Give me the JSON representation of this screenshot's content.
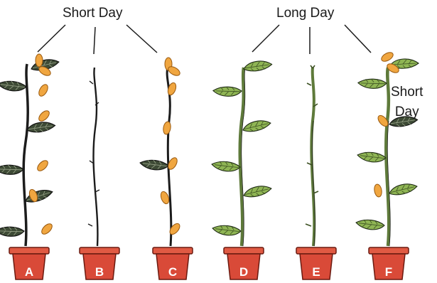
{
  "labels": {
    "group_left": "Short Day",
    "group_right": "Long Day",
    "side_line1": "Short",
    "side_line2": "Day"
  },
  "pots": [
    "A",
    "B",
    "C",
    "D",
    "E",
    "F"
  ],
  "colors": {
    "pot": "#d94a38",
    "pot_rim": "#e05a43",
    "short_day_leaf": "#3d4a35",
    "long_day_leaf": "#8fb554",
    "flower": "#f0a640",
    "stem_dark": "#1c1c1c",
    "stem_green": "#5e7a3a"
  }
}
